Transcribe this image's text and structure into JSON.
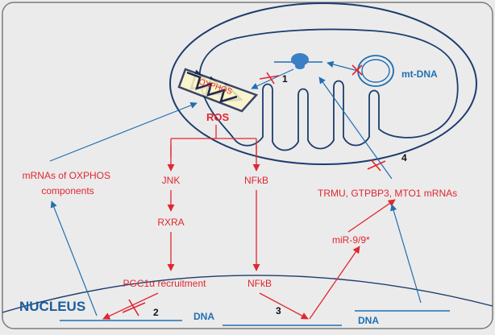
{
  "colors": {
    "background": "#ebebeb",
    "frame": "#7a7a7a",
    "outline": "#1b3d6e",
    "pathway_red": "#e1262f",
    "dna_blue": "#1f6fb2",
    "oxphos_fill": "#fdf6c8",
    "ribosome": "#3b7fc4"
  },
  "mitochondrion": {
    "mtdna_label": "mt-DNA",
    "oxphos_label": "OXPHOS",
    "ros_label": "ROS"
  },
  "pathway": {
    "jnk": "JNK",
    "rxra": "RXRA",
    "pgc1a": "PGC1α recruitment",
    "nfkb_cytoplasm": "NFkB",
    "nfkb_nucleus": "NFkB",
    "oxphos_mrnas": [
      "mRNAs of OXPHOS",
      "components"
    ],
    "mir": "miR-9/9*",
    "trmu_mrnas": "TRMU, GTPBP3, MTO1 mRNAs"
  },
  "nucleus": {
    "label": "NUCLEUS",
    "dna_left": "DNA",
    "dna_right": "DNA"
  },
  "markers": {
    "m1": "1",
    "m2": "2",
    "m3": "3",
    "m4": "4"
  }
}
